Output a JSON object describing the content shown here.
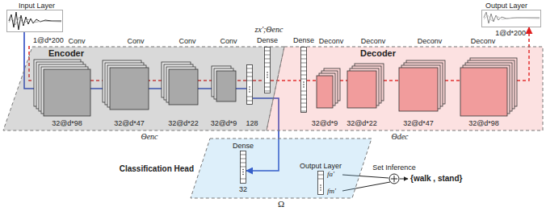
{
  "diagram": {
    "nodes": [
      {
        "text": [
          "Input Layer",
          "1@d*200"
        ]
      },
      {
        "text": [
          "Encoder",
          "Θenc"
        ]
      },
      {
        "text": [
          "Conv",
          "32@d*98"
        ],
        "in": 1
      },
      {
        "text": [
          "Conv",
          "32@d*47"
        ],
        "in": 1
      },
      {
        "text": [
          "Conv",
          "32@d*22"
        ],
        "in": 1
      },
      {
        "text": [
          "Conv",
          "32@d*9"
        ],
        "in": 1
      },
      {
        "text": [
          "128"
        ],
        "in": 1
      },
      {
        "text": [
          "zx';Θenc",
          "Dense"
        ]
      },
      {
        "text": [
          "Decoder",
          "Θdec"
        ]
      },
      {
        "text": [
          "Dense"
        ],
        "in": 8
      },
      {
        "text": [
          "Deconv",
          "32@d*9"
        ],
        "in": 8
      },
      {
        "text": [
          "Deconv",
          "32@d*22"
        ],
        "in": 8
      },
      {
        "text": [
          "Deconv",
          "32@d*47"
        ],
        "in": 8
      },
      {
        "text": [
          "Deconv",
          "32@d*98"
        ],
        "in": 8
      },
      {
        "text": [
          "Output Layer",
          "1@d*200"
        ]
      },
      {
        "text": [
          "Classification Head",
          "Ω"
        ]
      },
      {
        "text": [
          "Dense",
          "32"
        ],
        "in": 15
      },
      {
        "text": [
          "Output Layer",
          "fa'",
          "fm'"
        ],
        "in": 15
      }
    ],
    "edges": [
      {
        "from": 0,
        "to": 2,
        "arrow": "none"
      },
      {
        "from": 2,
        "to": 3,
        "arrow": "none"
      },
      {
        "from": 3,
        "to": 4,
        "arrow": "none"
      },
      {
        "from": 4,
        "to": 5,
        "arrow": "none"
      },
      {
        "from": 5,
        "to": 6,
        "arrow": "none"
      },
      {
        "from": 6,
        "to": 16,
        "arrow": "to"
      },
      {
        "from": 6,
        "to": 7,
        "arrow": "none"
      },
      {
        "from": 7,
        "to": 9,
        "arrow": "none"
      },
      {
        "from": 9,
        "to": 10,
        "arrow": "none"
      },
      {
        "from": 10,
        "to": 11,
        "arrow": "none"
      },
      {
        "from": 11,
        "to": 12,
        "arrow": "none"
      },
      {
        "from": 12,
        "to": 13,
        "arrow": "none"
      },
      {
        "from": 13,
        "to": 14,
        "arrow": "to"
      }
    ],
    "labels": [
      "Set Inference",
      "{walk , stand}"
    ]
  }
}
